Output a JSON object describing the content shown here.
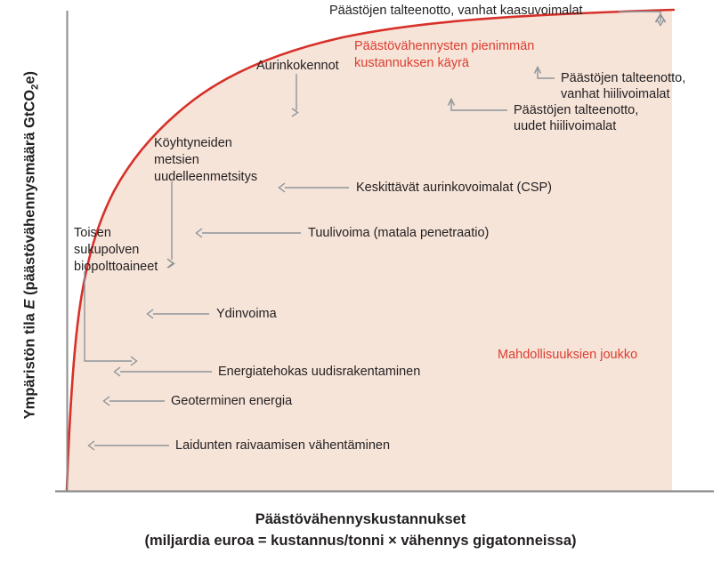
{
  "axes": {
    "y_label_pre": "Ympäristön tila ",
    "y_label_italic": "E",
    "y_label_post_a": " (päästövähennysmäärä GtCO",
    "y_label_sub": "2",
    "y_label_post_b": "e)",
    "y_label_full": "Ympäristön tila E (päästövähennysmäärä GtCO2e)",
    "x_label_line1": "Päästövähennyskustannukset",
    "x_label_line2_a": "(miljardia euroa = kustannus/tonni ",
    "x_label_mult": "×",
    "x_label_line2_b": " vähennys gigatonneissa)",
    "x_label_full": "Päästövähennyskustannukset (miljardia euroa = kustannus/tonni × vähennys gigatonneissa)"
  },
  "curve_label": {
    "line1": "Päästövähennysten pienimmän",
    "line2": "kustannuksen käyrä"
  },
  "area_label": "Mahdollisuuksien joukko",
  "annotations": [
    {
      "id": "gas-capture",
      "line1": "Päästöjen talteenotto, vanhat kaasuvoimalat",
      "line2": ""
    },
    {
      "id": "old-coal",
      "line1": "Päästöjen talteenotto,",
      "line2": "vanhat hiilivoimalat"
    },
    {
      "id": "new-coal",
      "line1": "Päästöjen talteenotto,",
      "line2": "uudet hiilivoimalat"
    },
    {
      "id": "solar-pv",
      "line1": "Aurinkokennot",
      "line2": ""
    },
    {
      "id": "csp",
      "line1": "Keskittävät aurinkovoimalat (CSP)",
      "line2": ""
    },
    {
      "id": "reforestation",
      "line1": "Köyhtyneiden",
      "line2": "metsien",
      "line3": "uudelleenmetsitys"
    },
    {
      "id": "wind",
      "line1": "Tuulivoima (matala penetraatio)",
      "line2": ""
    },
    {
      "id": "biofuels",
      "line1": "Toisen",
      "line2": "sukupolven",
      "line3": "biopolttoaineet"
    },
    {
      "id": "nuclear",
      "line1": "Ydinvoima",
      "line2": ""
    },
    {
      "id": "efficient-build",
      "line1": "Energiatehokas uudisrakentaminen",
      "line2": ""
    },
    {
      "id": "geothermal",
      "line1": "Geoterminen energia",
      "line2": ""
    },
    {
      "id": "grazing",
      "line1": "Laidunten raivaamisen vähentäminen",
      "line2": ""
    }
  ],
  "colors": {
    "curve": "#d6312a",
    "fill": "#f6e4d9",
    "red_text": "#dd3d2f",
    "axis": "#8c8c8c",
    "leader": "#8d9499",
    "text": "#231f20"
  },
  "chart_data": {
    "type": "line",
    "title": "",
    "xlabel": "Päästövähennyskustannukset (miljardia euroa = kustannus/tonni × vähennys gigatonneissa)",
    "ylabel": "Ympäristön tila E (päästövähennysmäärä GtCO2e)",
    "grid": false,
    "legend": "none",
    "xlim": [
      0,
      100
    ],
    "ylim": [
      0,
      100
    ],
    "series": [
      {
        "name": "Päästövähennysten pienimmän kustannuksen käyrä",
        "color": "#d6312a",
        "x": [
          0,
          1,
          2,
          4,
          6,
          9,
          13,
          18,
          24,
          31,
          39,
          48,
          58,
          69,
          80,
          90,
          100
        ],
        "y": [
          0,
          19,
          29,
          41,
          49,
          57,
          64,
          70,
          75,
          80,
          84,
          87,
          90,
          93,
          95,
          97,
          99
        ]
      }
    ],
    "area_fill": {
      "label": "Mahdollisuuksien joukko",
      "color": "#f6e4d9",
      "description": "Alue käyrän alla"
    },
    "annotations_on_curve": [
      {
        "label": "Laidunten raivaamisen vähentäminen",
        "x": 1.5,
        "y": 18
      },
      {
        "label": "Geoterminen energia",
        "x": 3,
        "y": 37
      },
      {
        "label": "Energiatehokas uudisrakentaminen",
        "x": 4.5,
        "y": 46
      },
      {
        "label": "Toisen sukupolven biopolttoaineet",
        "x": 4.5,
        "y": 46
      },
      {
        "label": "Ydinvoima",
        "x": 7,
        "y": 55
      },
      {
        "label": "Tuulivoima (matala penetraatio)",
        "x": 17,
        "y": 69
      },
      {
        "label": "Köyhtyneiden metsien uudelleenmetsitys",
        "x": 27,
        "y": 77
      },
      {
        "label": "Keskittävät aurinkovoimalat (CSP)",
        "x": 27,
        "y": 77
      },
      {
        "label": "Aurinkokennot",
        "x": 38,
        "y": 83
      },
      {
        "label": "Päästöjen talteenotto, uudet hiilivoimalat",
        "x": 58,
        "y": 90
      },
      {
        "label": "Päästöjen talteenotto, vanhat hiilivoimalat",
        "x": 72,
        "y": 94
      },
      {
        "label": "Päästöjen talteenotto, vanhat kaasuvoimalat",
        "x": 98,
        "y": 99
      }
    ]
  }
}
